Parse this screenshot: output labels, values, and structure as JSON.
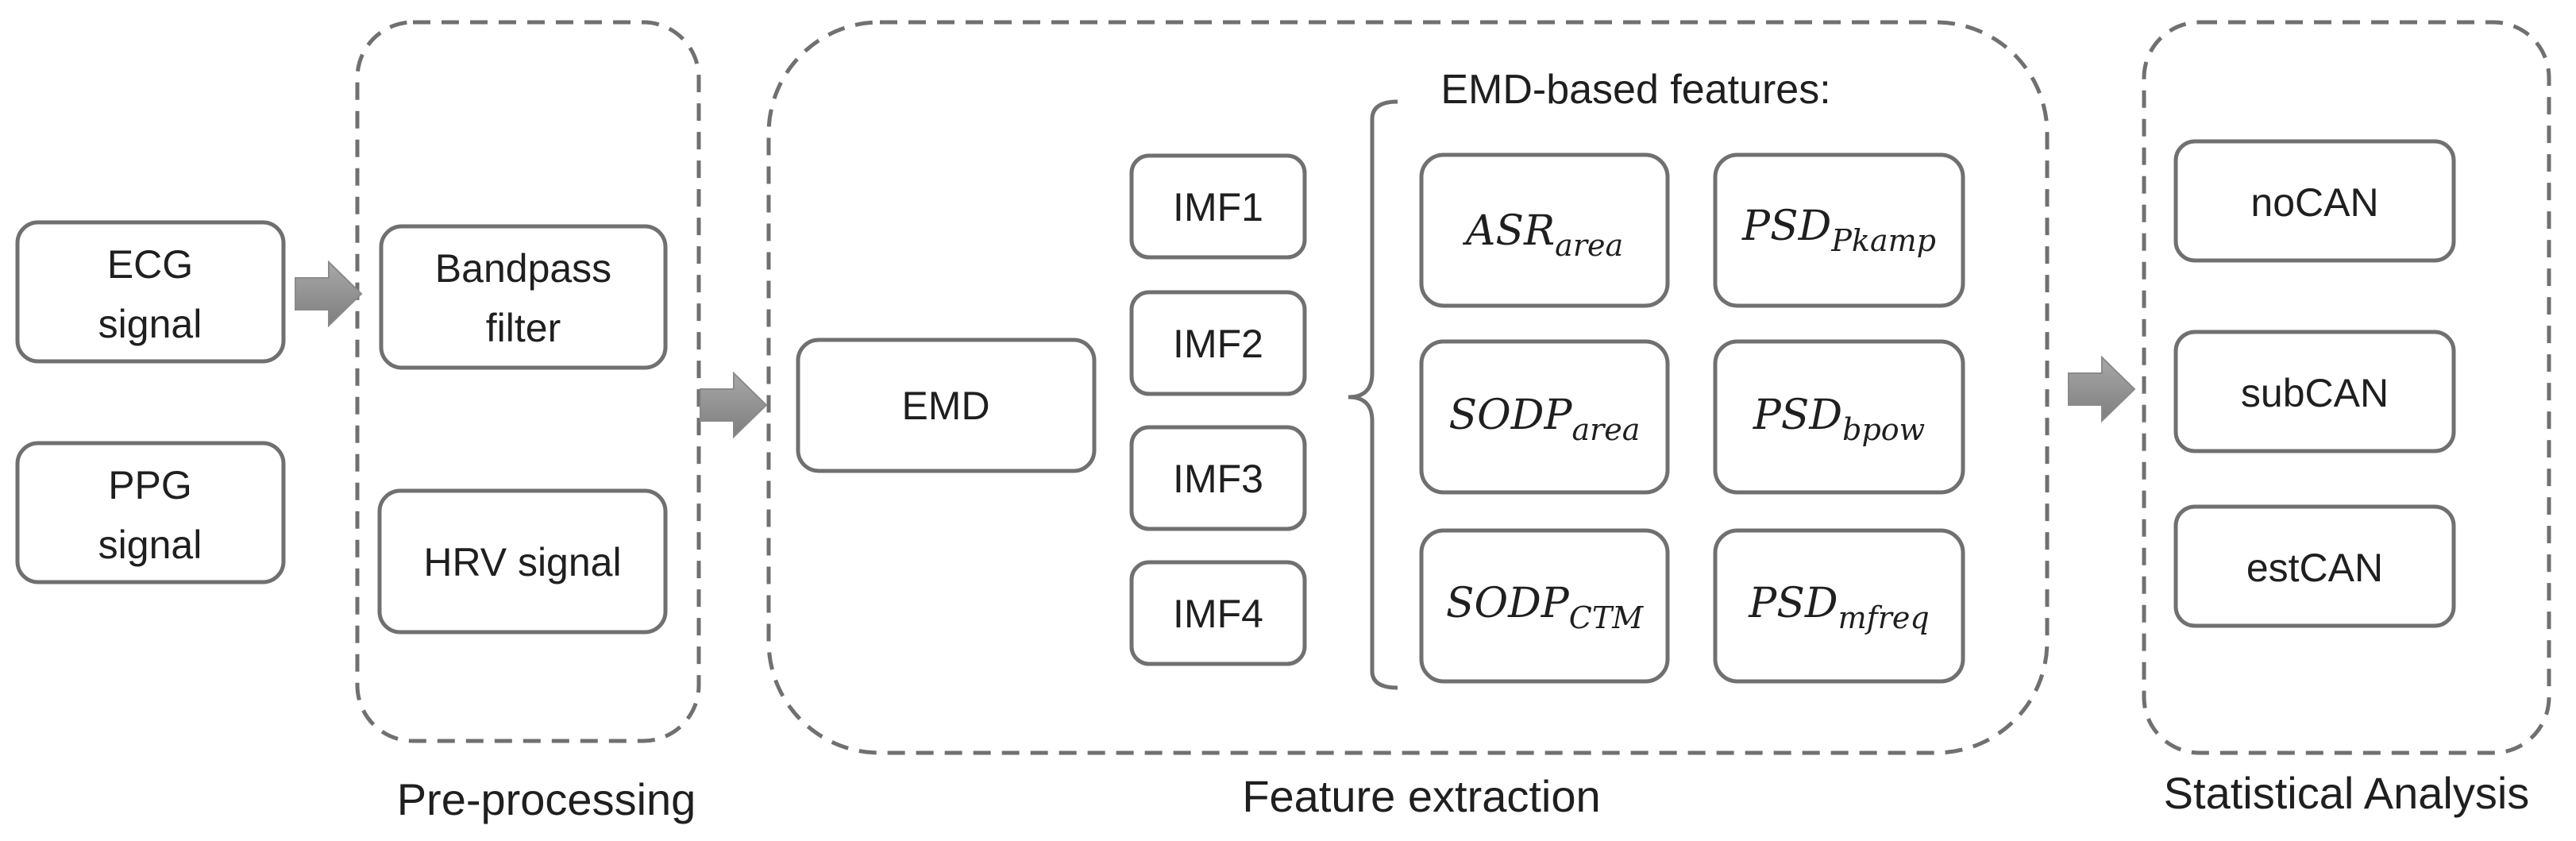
{
  "inputs": {
    "ecg": [
      "ECG",
      "signal"
    ],
    "ppg": [
      "PPG",
      "signal"
    ]
  },
  "preprocessing": {
    "caption": "Pre-processing",
    "bandpass": [
      "Bandpass",
      "filter"
    ],
    "hrv": "HRV signal"
  },
  "feature_extraction": {
    "caption": "Feature extraction",
    "emd": "EMD",
    "imfs": [
      "IMF1",
      "IMF2",
      "IMF3",
      "IMF4"
    ],
    "features_title": "EMD-based features:",
    "features": [
      {
        "base": "ASR",
        "sub": "area"
      },
      {
        "base": "PSD",
        "sub": "Pkamp"
      },
      {
        "base": "SODP",
        "sub": "area"
      },
      {
        "base": "PSD",
        "sub": "bpow"
      },
      {
        "base": "SODP",
        "sub": "CTM"
      },
      {
        "base": "PSD",
        "sub": "mfreq"
      }
    ]
  },
  "statistical_analysis": {
    "caption": "Statistical Analysis",
    "classes": [
      "noCAN",
      "subCAN",
      "estCAN"
    ]
  },
  "colors": {
    "box_stroke": "#707070",
    "dash_stroke": "#707070",
    "arrow_fill": "#8c8c8c",
    "text": "#1f1f1f"
  }
}
